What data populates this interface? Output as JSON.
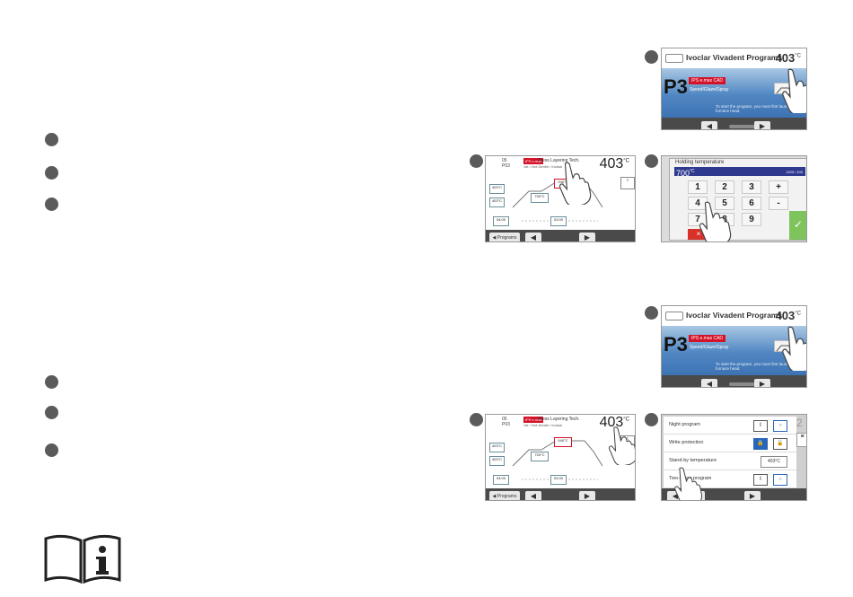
{
  "program_screen": {
    "title": "Ivoclar Vivadent Programs",
    "temperature": "403",
    "temperature_unit": "°C",
    "program_id": "P3",
    "program_badge": "IPS e.max CAD",
    "program_sub": "Speed/Glaze/Spray",
    "hint": "To start the program, you must first launch a furnace head."
  },
  "curve_screen": {
    "program_number": "05",
    "program_slot": "P03",
    "badge": "IPS e.max",
    "name": "Press Layering Tech.",
    "sub": "1st / 2nd Dentin / Incisal",
    "temperature": "403",
    "temperature_unit": "°C",
    "values": [
      "940°C",
      "403°C",
      "760°C",
      "700°C",
      "04:00",
      "02:00"
    ],
    "footer_programs": "Programs"
  },
  "keypad_screen": {
    "label": "Holding temperature",
    "value": "700",
    "value_unit": "°C",
    "range": "1200 / 100",
    "keys": [
      "1",
      "2",
      "3",
      "+",
      "4",
      "5",
      "6",
      "-",
      "7",
      "8",
      "9"
    ],
    "cancel": "×",
    "ok": "✓"
  },
  "settings_screen": {
    "rows": [
      {
        "label": "Night program"
      },
      {
        "label": "Write protection"
      },
      {
        "label": "Stand-by temperature",
        "value": "403°C"
      },
      {
        "label": "Two-stage program"
      }
    ],
    "page_indicator": "2"
  }
}
